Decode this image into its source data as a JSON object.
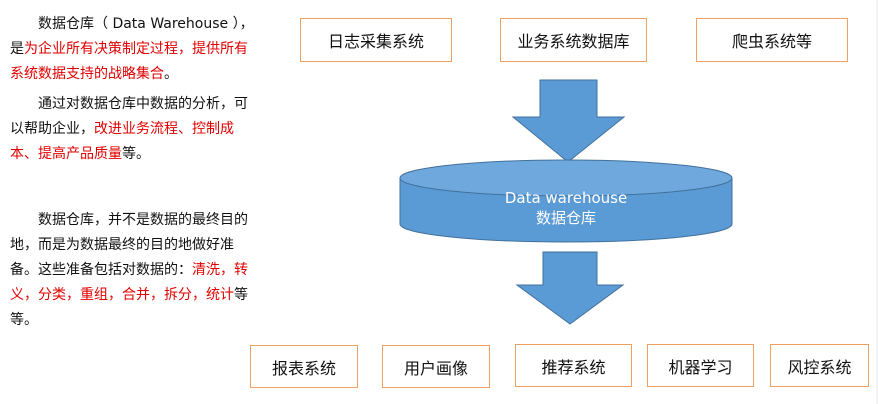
{
  "description": {
    "p1": {
      "t1": "数据仓库（ Data Warehouse ），是",
      "h1": "为企业所有决策制定过程，提供所有系统数据支持的战略集合",
      "t2": "。"
    },
    "p2": {
      "t1": "通过对数据仓库中数据的分析，可以帮助企业，",
      "h1": "改进业务流程、控制成本、提高产品质量",
      "t2": "等。"
    },
    "p3": {
      "t1": "数据仓库，并不是数据的最终目的地，而是为数据最终的目的地做好准备。这些准备包括对数据的：",
      "h1": "清洗，转义，分类，重组，合并，拆分，统计",
      "t2": "等等。"
    }
  },
  "sources": [
    "日志采集系统",
    "业务系统数据库",
    "爬虫系统等"
  ],
  "warehouse": {
    "line1": "Data warehouse",
    "line2": "数据仓库"
  },
  "outputs": [
    "报表系统",
    "用户画像",
    "推荐系统",
    "机器学习",
    "风控系统"
  ],
  "colors": {
    "box_border": "#f0a060",
    "shape_fill": "#5b9bd5",
    "shape_stroke": "#41719c",
    "highlight": "#e00000"
  }
}
